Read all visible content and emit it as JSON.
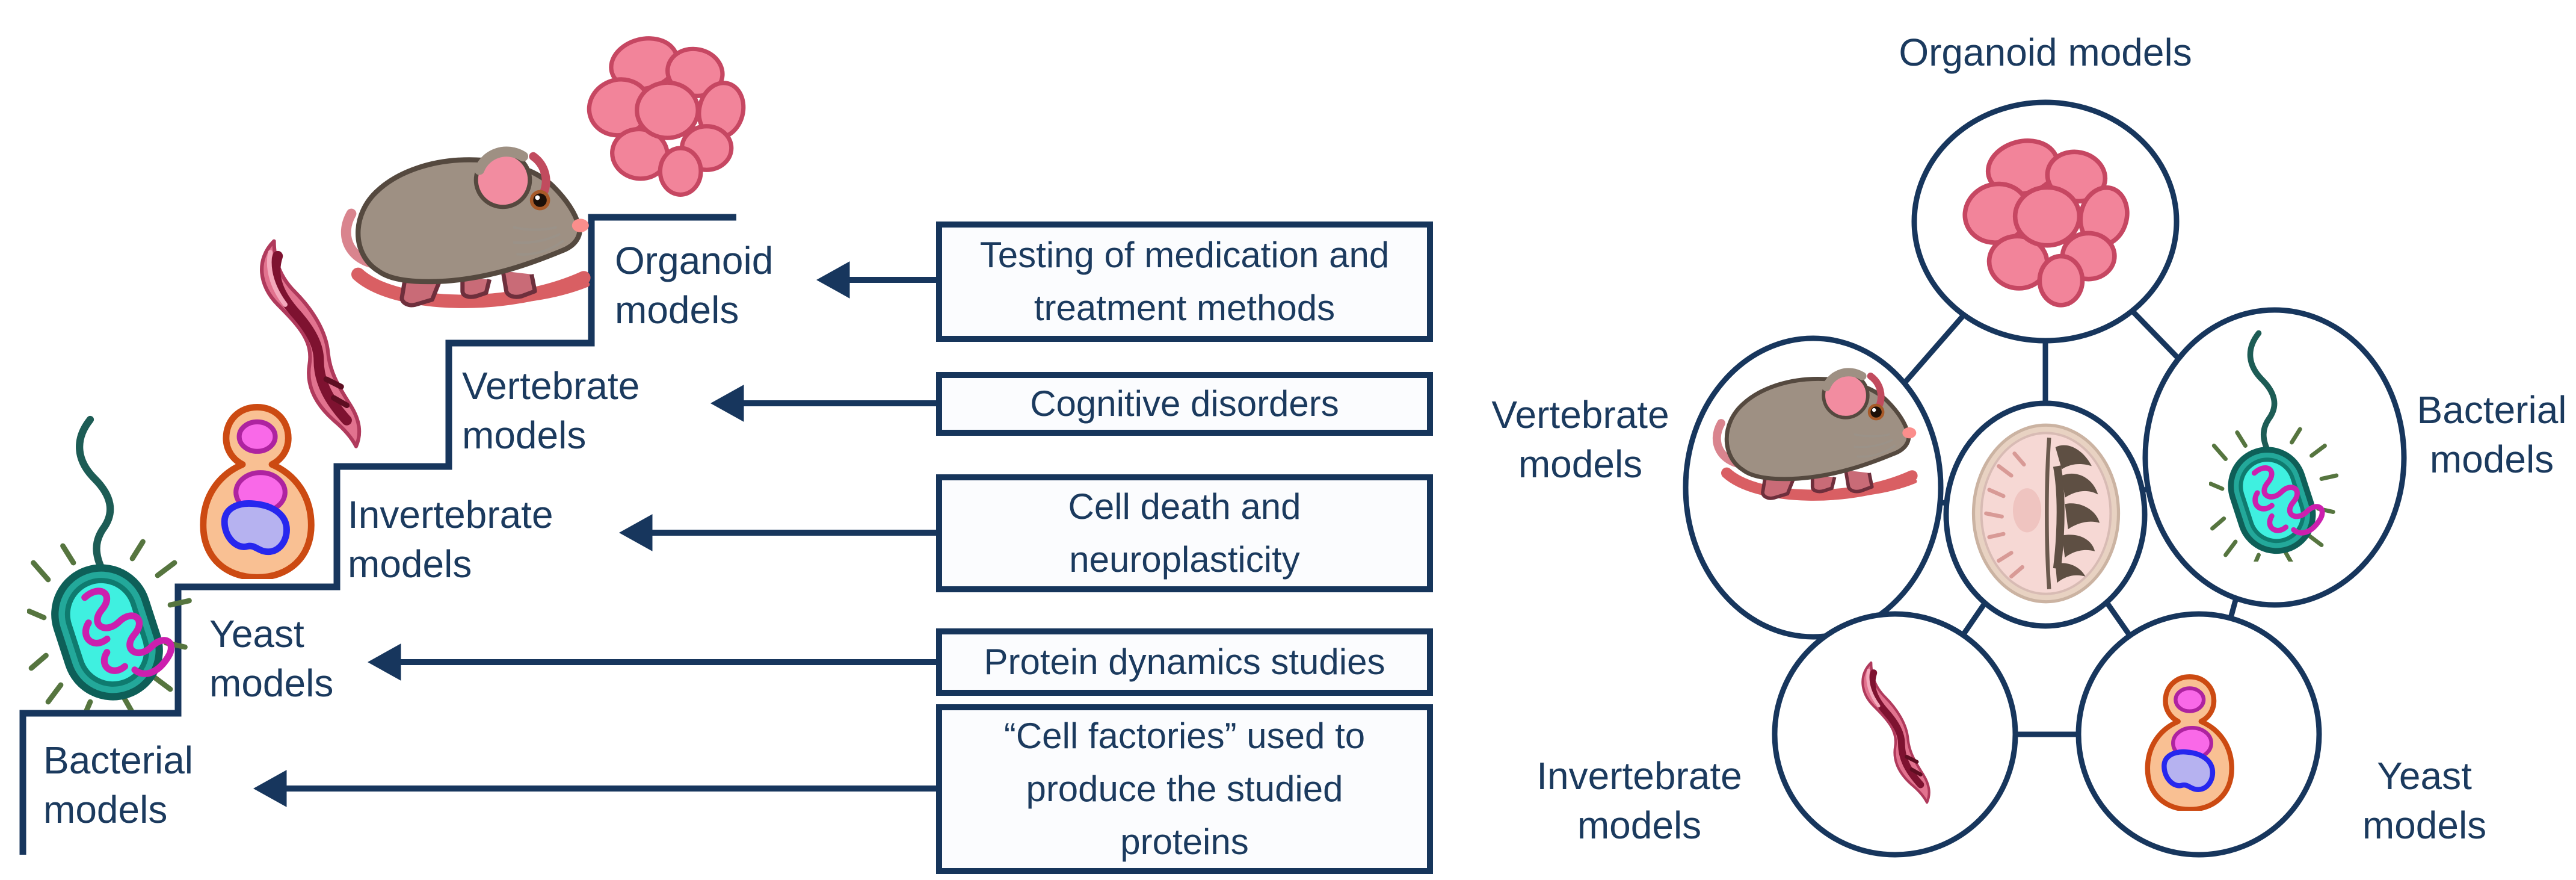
{
  "figure": {
    "background": "#FFFFFF",
    "palette": {
      "line_navy": "#17365D",
      "text_navy": "#1B3A5E",
      "organoid_pink": "#F2849A",
      "organoid_outline": "#C64762",
      "mouse_grey": "#9E9083",
      "mouse_ear_pink": "#F28CA0",
      "swoosh_red": "#D95F63",
      "worm_pink": "#E2738F",
      "worm_dark": "#7E1230",
      "yeast_body_peach": "#F9C093",
      "yeast_outline_orange": "#CC4A12",
      "nucleus_magenta": "#F969E8",
      "vacuole_purple": "#B6B2F0",
      "vacuole_outline_blue": "#2727EE",
      "bacterium_teal": "#23A89A",
      "bacterium_cyan": "#3FF0E0",
      "dna_magenta": "#CC1FAE",
      "brain_pink": "#F6D8D4",
      "brain_rim_beige": "#E8D2C2",
      "brain_sulci_brown": "#5E4F43"
    }
  },
  "staircase": {
    "steps": [
      {
        "id": "organoid",
        "label": "Organoid\nmodels",
        "icon": "organoid-icon"
      },
      {
        "id": "vertebrate",
        "label": "Vertebrate\nmodels",
        "icon": "mouse-icon"
      },
      {
        "id": "invertebrate",
        "label": "Invertebrate\nmodels",
        "icon": "worm-icon"
      },
      {
        "id": "yeast",
        "label": "Yeast\nmodels",
        "icon": "yeast-icon"
      },
      {
        "id": "bacterial",
        "label": "Bacterial\nmodels",
        "icon": "bacterium-icon"
      }
    ]
  },
  "applications": [
    {
      "target": "Organoid models",
      "text": "Testing of medication and\ntreatment methods"
    },
    {
      "target": "Vertebrate models",
      "text": "Cognitive disorders"
    },
    {
      "target": "Invertebrate models",
      "text": "Cell death and\nneuroplasticity"
    },
    {
      "target": "Yeast models",
      "text": "Protein dynamics studies"
    },
    {
      "target": "Bacterial models",
      "text": "“Cell factories” used to\nproduce the studied\nproteins"
    }
  ],
  "network": {
    "center_icon": "brain-mri-icon",
    "nodes": [
      {
        "position": "top",
        "label": "Organoid models",
        "icon": "organoid-icon"
      },
      {
        "position": "left",
        "label": "Vertebrate\nmodels",
        "icon": "mouse-icon"
      },
      {
        "position": "right",
        "label": "Bacterial\nmodels",
        "icon": "bacterium-icon"
      },
      {
        "position": "bottom-left",
        "label": "Invertebrate\nmodels",
        "icon": "worm-icon"
      },
      {
        "position": "bottom-right",
        "label": "Yeast\nmodels",
        "icon": "yeast-icon"
      }
    ]
  }
}
